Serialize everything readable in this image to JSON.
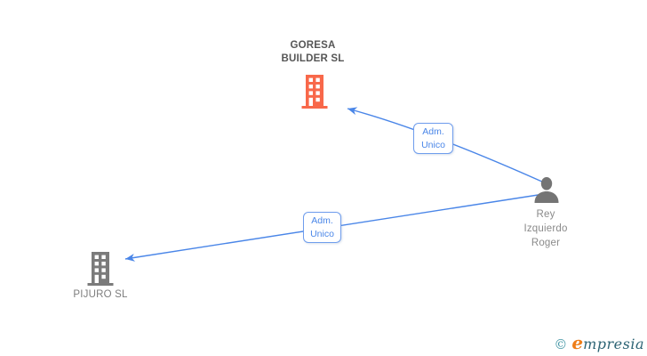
{
  "page": {
    "background_color": "#ffffff"
  },
  "diagram": {
    "type": "org-relationship-graph",
    "edge_color": "#4a86e8",
    "nodes": {
      "goresa": {
        "type": "company",
        "label_line1": "GORESA",
        "label_line2": "BUILDER SL",
        "label_color": "#565656",
        "icon": "building-icon",
        "icon_color": "#f8684a"
      },
      "rey": {
        "type": "person",
        "label_line1": "Rey",
        "label_line2": "Izquierdo",
        "label_line3": "Roger",
        "label_color": "#8a8a8a",
        "icon": "person-icon",
        "icon_color": "#747474"
      },
      "pijuro": {
        "type": "company",
        "label": "PIJURO SL",
        "label_color": "#7d7d7d",
        "icon": "building-icon",
        "icon_color": "#7b7b7b"
      }
    },
    "edges": {
      "rey_to_goresa": {
        "label_line1": "Adm.",
        "label_line2": "Unico",
        "text_color": "#4a86e8",
        "border_color": "#6f9ded",
        "background": "#ffffff"
      },
      "rey_to_pijuro": {
        "label_line1": "Adm.",
        "label_line2": "Unico",
        "text_color": "#4a86e8",
        "border_color": "#6f9ded",
        "background": "#ffffff"
      }
    }
  },
  "footer": {
    "copyright_symbol": "©",
    "brand_initial": "e",
    "brand_rest": "mpresia",
    "copyright_color": "#4597a6",
    "brand_initial_color": "#ee7d18",
    "brand_rest_color": "#2c6374"
  }
}
